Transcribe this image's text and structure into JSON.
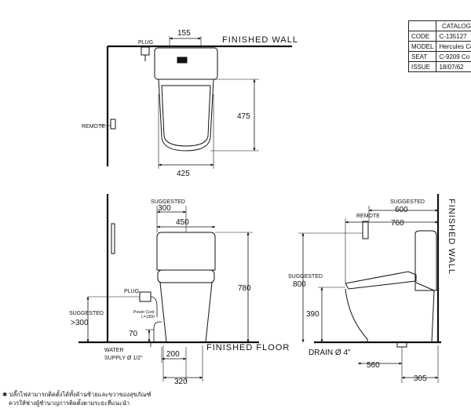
{
  "catalog": {
    "header": "CATALOG",
    "rows": [
      {
        "label": "CODE",
        "value": "C-135127"
      },
      {
        "label": "MODEL",
        "value": "Hercules Co"
      },
      {
        "label": "SEAT",
        "value": "C-9209 Co"
      },
      {
        "label": "ISSUE",
        "value": "18/07/62"
      }
    ]
  },
  "top_view": {
    "wall_label": "FINISHED  WALL",
    "plug_label": "PLUG",
    "remote_label": "REMOTE",
    "dim_155": "155",
    "dim_475": "475",
    "dim_425": "425"
  },
  "front_view": {
    "suggested_label": "SUGGESTED",
    "dim_300": "300",
    "dim_450": "450",
    "dim_780": "780",
    "plug_label": "PLUG",
    "power_cord_label": "Power Cord",
    "power_cord_length": "L=1350",
    "suggested_left_label": "SUGGESTED",
    "dim_gt300": ">300",
    "dim_70": "70",
    "water_label_1": "WATER",
    "water_label_2": "SUPPLY Ø 1/2\"",
    "dim_200": "200",
    "dim_320": "320",
    "floor_label": "FINISHED  FLOOR"
  },
  "side_view": {
    "suggested_label": "SUGGESTED",
    "dim_600": "600",
    "remote_label": "REMOTE",
    "dim_760": "760",
    "wall_label": "FINISHED  WALL",
    "suggested_800_label": "SUGGESTED",
    "dim_800": "800",
    "dim_390": "390",
    "drain_label": "DRAIN Ø 4\"",
    "dim_560": "560",
    "dim_305": "305"
  },
  "notes": {
    "symbol": "✱",
    "line1": "ปลั๊กไฟสามารถติดตั้งได้ทั้งด้านซ้ายและขวาของสุขภัณฑ์",
    "line2": "ควรให้ช่างผู้ชำนาญการติดตั้งตามระยะที่แนะนำ"
  }
}
